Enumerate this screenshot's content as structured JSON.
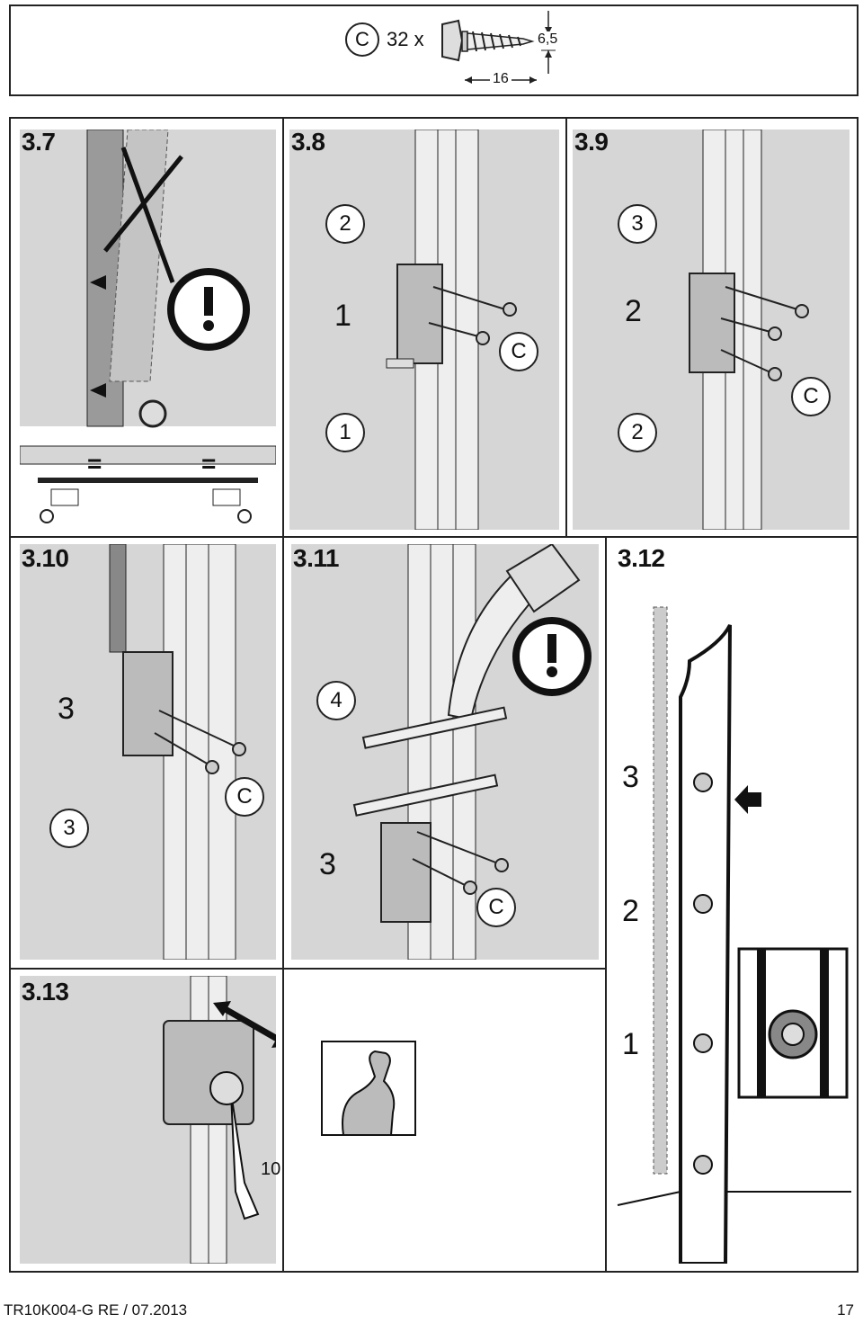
{
  "header": {
    "part_letter": "C",
    "quantity": "32 x",
    "dim_width": "6,5",
    "dim_length": "16"
  },
  "steps": {
    "s37": {
      "label": "3.7",
      "eq_left": "=",
      "eq_right": "="
    },
    "s38": {
      "label": "3.8",
      "circled_top": "2",
      "callout": "1",
      "part": "C",
      "circled_bottom": "1"
    },
    "s39": {
      "label": "3.9",
      "circled_top": "3",
      "callout": "2",
      "part": "C",
      "circled_bottom": "2"
    },
    "s310": {
      "label": "3.10",
      "callout": "3",
      "part": "C",
      "circled_bottom": "3"
    },
    "s311": {
      "label": "3.11",
      "circled_top": "4",
      "callout": "3",
      "part": "C"
    },
    "s312": {
      "label": "3.12",
      "callout_top": "3",
      "callout_mid": "2",
      "callout_bottom": "1"
    },
    "s313": {
      "label": "3.13",
      "wrench_size": "10"
    }
  },
  "footer": {
    "doc_ref": "TR10K004-G  RE / 07.2013",
    "page_number": "17"
  }
}
